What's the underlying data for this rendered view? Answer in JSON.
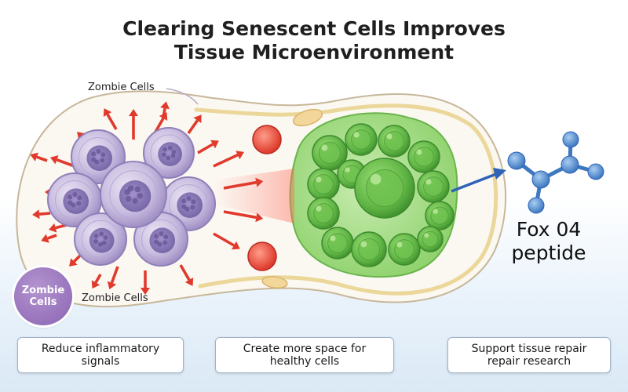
{
  "title_line1": "Clearing Senescent Cells Improves",
  "title_line2": "Tissue Microenvironment",
  "zombie_label_top": "Zombie Cells",
  "zombie_label_bottom": "Zombie Cells",
  "badge": {
    "line1": "Zombie",
    "line2": "Cells"
  },
  "molecule_label": {
    "line1": "Fox 04",
    "line2": "peptide"
  },
  "benefits": [
    {
      "line1": "Reduce inflammatory",
      "line2": "signals"
    },
    {
      "line1": "Create more space for",
      "line2": "healthy cells"
    },
    {
      "line1": "Support tissue repair",
      "line2": "repair research"
    }
  ],
  "colors": {
    "senescent_cell": "#b8a9d6",
    "healthy_cell": "#7cc25a",
    "inflammatory_arrow": "#e03a2c",
    "molecule": "#4a87cc"
  }
}
